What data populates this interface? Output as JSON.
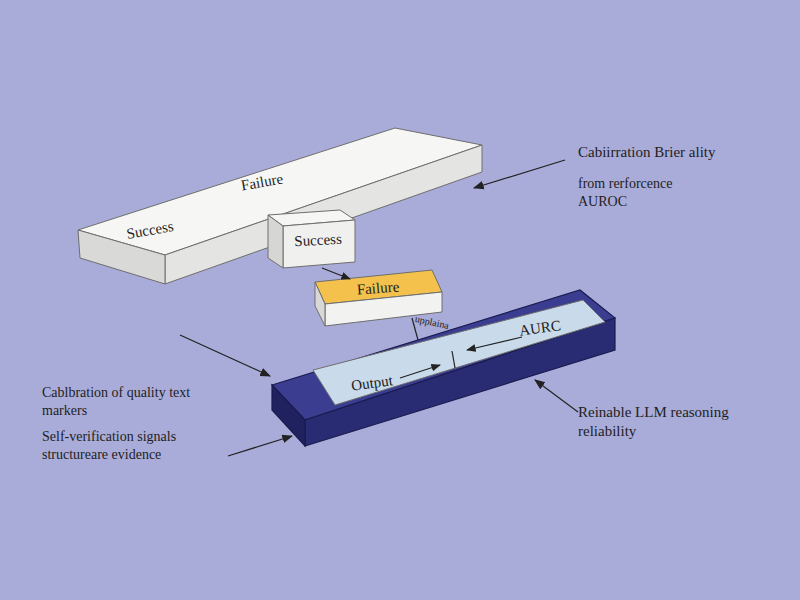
{
  "diagram": {
    "nodes": [
      {
        "text": [
          "Success",
          "Failure"
        ]
      },
      {
        "text": [
          "Success"
        ]
      },
      {
        "text": [
          "Failure"
        ]
      },
      {
        "text": [
          "Output",
          "AURC"
        ]
      }
    ],
    "edges": [
      {
        "from": 1,
        "to": 2,
        "arrow": "to"
      },
      {
        "from": 2,
        "to": 3,
        "label": "upplaina",
        "arrow": "none"
      }
    ],
    "labels": [
      "Cabiirration Brier ality",
      "from rerforcence AUROC",
      "Cablbration of quality text markers",
      "Self-verification signals structureare evidence",
      "Reinable LLM reasoning reliability"
    ]
  }
}
